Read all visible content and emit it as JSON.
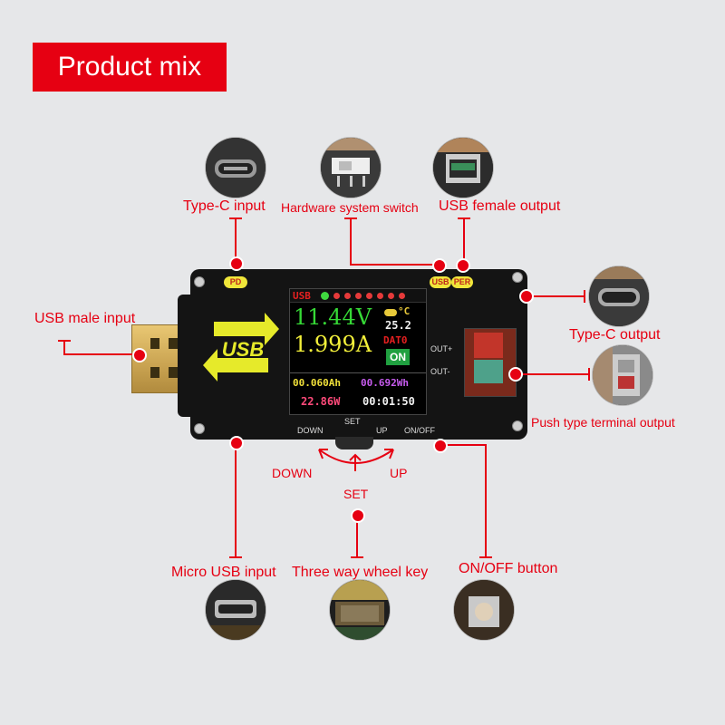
{
  "banner": {
    "title": "Product mix"
  },
  "labels": {
    "type_c_input": "Type-C input",
    "hardware_switch": "Hardware system switch",
    "usb_female_output": "USB female output",
    "usb_male_input": "USB male input",
    "type_c_output": "Type-C output",
    "push_terminal_output": "Push type terminal output",
    "down": "DOWN",
    "up": "UP",
    "set": "SET",
    "micro_usb_input": "Micro USB input",
    "three_way_wheel": "Three way wheel key",
    "onoff_button": "ON/OFF button"
  },
  "device": {
    "pd": "PD",
    "usb": "USB",
    "per": "PER",
    "logo": "USB",
    "out_plus": "OUT+",
    "out_minus": "OUT-",
    "down": "DOWN",
    "set": "SET",
    "up": "UP",
    "onoff": "ON/OFF",
    "screen": {
      "mode": "USB",
      "voltage": "11.44V",
      "current": "1.999A",
      "temp": "25.2",
      "temp_unit": "°C",
      "data_label": "DAT0",
      "state": "ON",
      "capacity": "00.060Ah",
      "energy": "00.692Wh",
      "power": "22.86W",
      "time": "00:01:50"
    }
  },
  "colors": {
    "accent": "#e60012",
    "background": "#e6e7e9"
  }
}
